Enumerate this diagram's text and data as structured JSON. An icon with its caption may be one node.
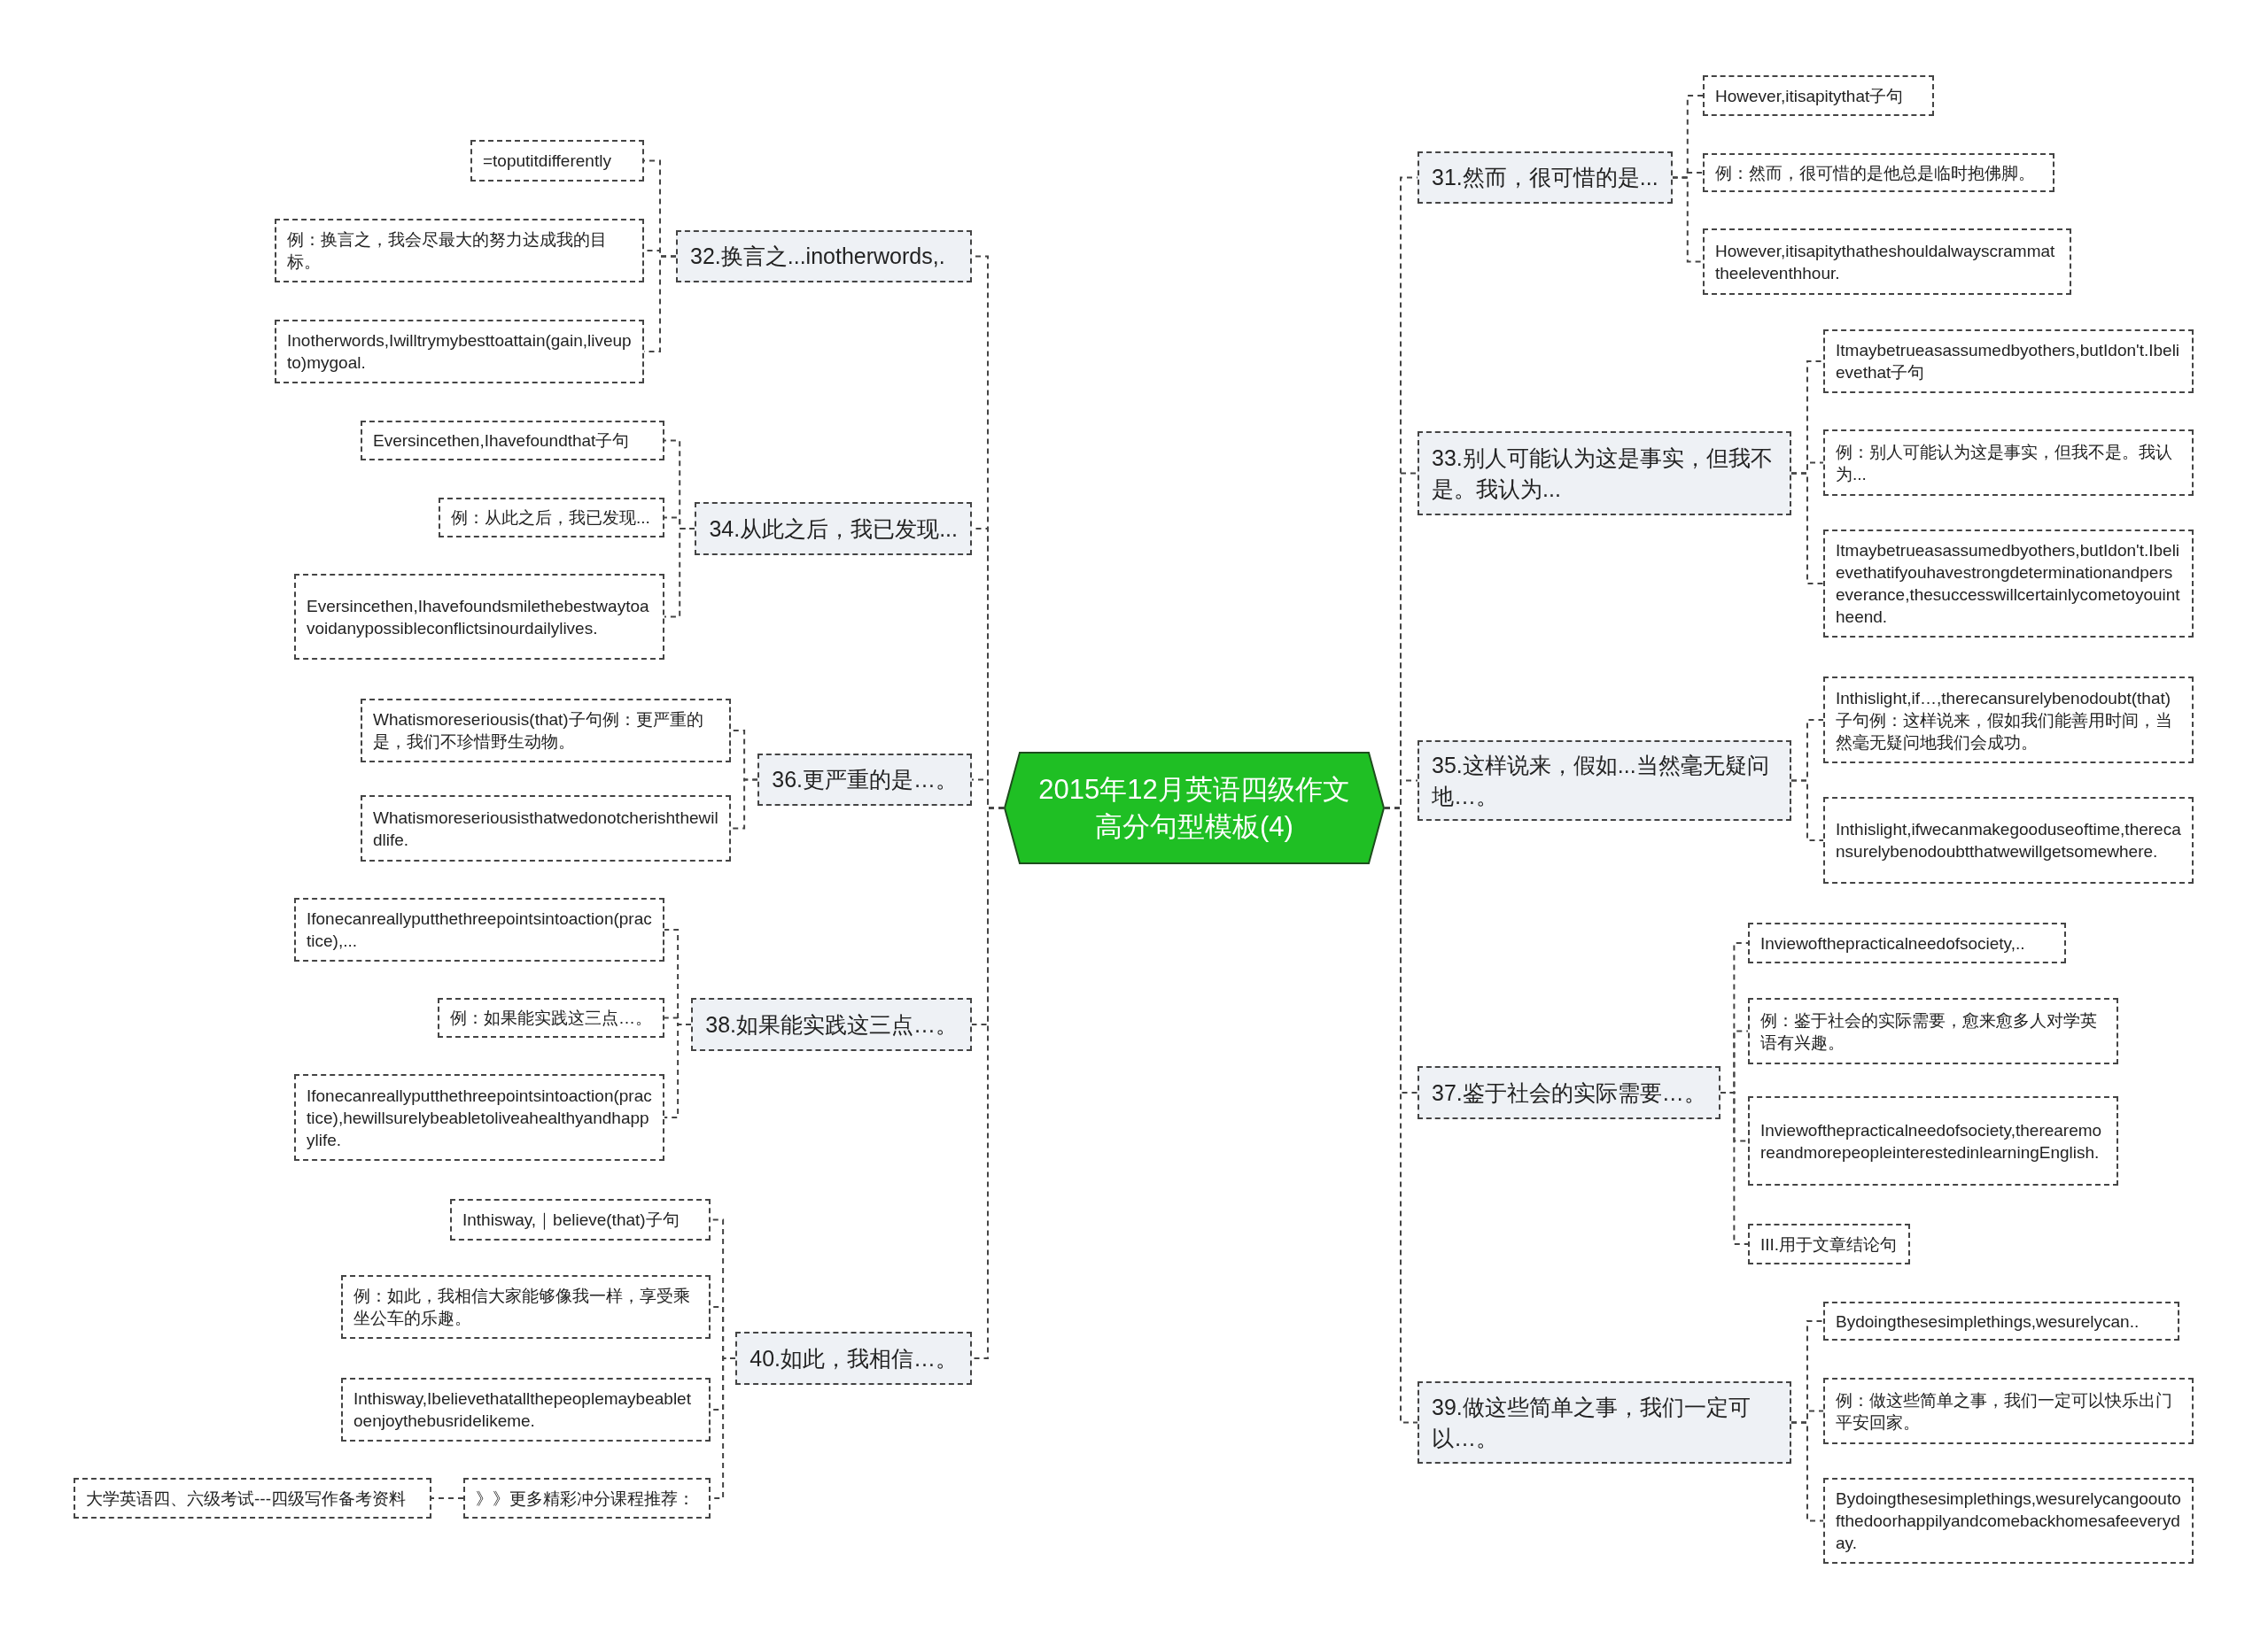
{
  "diagram": {
    "nodes": [
      {
        "text": [
          "2015年12月英语四级作文高分句型模板(4)"
        ]
      },
      {
        "text": [
          "32.换言之...inotherwords,."
        ]
      },
      {
        "text": [
          "=toputitdifferently"
        ]
      },
      {
        "text": [
          "例：换言之，我会尽最大的努力达成我的目标。"
        ]
      },
      {
        "text": [
          "Inotherwords,Iwilltrymybesttoattain(gain,liveupto)mygoal."
        ]
      },
      {
        "text": [
          "34.从此之后，我已发现..."
        ]
      },
      {
        "text": [
          "Eversincethen,Ihavefoundthat子句"
        ]
      },
      {
        "text": [
          "例：从此之后，我已发现..."
        ]
      },
      {
        "text": [
          "Eversincethen,Ihavefoundsmilethebestwaytoavoidanypossibleconflictsinourdailylives."
        ]
      },
      {
        "text": [
          "36.更严重的是…。"
        ]
      },
      {
        "text": [
          "Whatismoreseriousis(that)子句例：更严重的是，我们不珍惜野生动物。"
        ]
      },
      {
        "text": [
          "Whatismoreseriousisthatwedonotcherishthewildlife."
        ]
      },
      {
        "text": [
          "38.如果能实践这三点…。"
        ]
      },
      {
        "text": [
          "Ifonecanreallyputthethreepointsintoaction(practice),..."
        ]
      },
      {
        "text": [
          "例：如果能实践这三点…。"
        ]
      },
      {
        "text": [
          "Ifonecanreallyputthethreepointsintoaction(practice),hewillsurelybeabletoliveahealthyandhappylife."
        ]
      },
      {
        "text": [
          "40.如此，我相信…。"
        ]
      },
      {
        "text": [
          "Inthisway,｜believe(that)子句"
        ]
      },
      {
        "text": [
          "例：如此，我相信大家能够像我一样，享受乘坐公车的乐趣。"
        ]
      },
      {
        "text": [
          "Inthisway,Ibelievethatallthepeoplemaybeabletoenjoythebusridelikeme."
        ]
      },
      {
        "text": [
          "》》更多精彩冲分课程推荐："
        ]
      },
      {
        "text": [
          "大学英语四、六级考试---四级写作备考资料"
        ]
      },
      {
        "text": [
          "31.然而，很可惜的是..."
        ]
      },
      {
        "text": [
          "However,itisapitythat子句"
        ]
      },
      {
        "text": [
          "例：然而，很可惜的是他总是临时抱佛脚。"
        ]
      },
      {
        "text": [
          "However,itisapitythatheshouldalwayscrammattheeleventhhour."
        ]
      },
      {
        "text": [
          "33.别人可能认为这是事实，但我不是。我认为..."
        ]
      },
      {
        "text": [
          "Itmaybetrueasassumedbyothers,butIdon't.Ibelievethat子句"
        ]
      },
      {
        "text": [
          "例：别人可能认为这是事实，但我不是。我认为..."
        ]
      },
      {
        "text": [
          "Itmaybetrueasassumedbyothers,butIdon't.Ibelievethatifyouhavestrongdeterminationandperseverance,thesuccesswillcertainlycometoyouintheend."
        ]
      },
      {
        "text": [
          "35.这样说来，假如...当然毫无疑问地…。"
        ]
      },
      {
        "text": [
          "Inthislight,if…,therecansurelybenodoubt(that)子句例：这样说来，假如我们能善用时间，当然毫无疑问地我们会成功。"
        ]
      },
      {
        "text": [
          "Inthislight,ifwecanmakegooduseoftime,therecansurelybenodoubtthatwewillgetsomewhere."
        ]
      },
      {
        "text": [
          "37.鉴于社会的实际需要…。"
        ]
      },
      {
        "text": [
          "Inviewofthepracticalneedofsociety,.."
        ]
      },
      {
        "text": [
          "例：鉴于社会的实际需要，愈来愈多人对学英语有兴趣。"
        ]
      },
      {
        "text": [
          "Inviewofthepracticalneedofsociety,therearemoreandmorepeopleinterestedinlearningEnglish."
        ]
      },
      {
        "text": [
          "III.用于文章结论句"
        ]
      },
      {
        "text": [
          "39.做这些简单之事，我们一定可以…。"
        ]
      },
      {
        "text": [
          "Bydoingthesesimplethings,wesurelycan.."
        ]
      },
      {
        "text": [
          "例：做这些简单之事，我们一定可以快乐出门平安回家。"
        ]
      },
      {
        "text": [
          "Bydoingthesesimplethings,wesurelycangooutofthedoorhappilyandcomebackhomesafeeveryday."
        ]
      }
    ],
    "edges": [
      {
        "from": 0,
        "to": 1,
        "arrow": "none"
      },
      {
        "from": 1,
        "to": 2,
        "arrow": "none"
      },
      {
        "from": 1,
        "to": 3,
        "arrow": "none"
      },
      {
        "from": 1,
        "to": 4,
        "arrow": "none"
      },
      {
        "from": 0,
        "to": 5,
        "arrow": "none"
      },
      {
        "from": 5,
        "to": 6,
        "arrow": "none"
      },
      {
        "from": 5,
        "to": 7,
        "arrow": "none"
      },
      {
        "from": 5,
        "to": 8,
        "arrow": "none"
      },
      {
        "from": 0,
        "to": 9,
        "arrow": "none"
      },
      {
        "from": 9,
        "to": 10,
        "arrow": "none"
      },
      {
        "from": 9,
        "to": 11,
        "arrow": "none"
      },
      {
        "from": 0,
        "to": 12,
        "arrow": "none"
      },
      {
        "from": 12,
        "to": 13,
        "arrow": "none"
      },
      {
        "from": 12,
        "to": 14,
        "arrow": "none"
      },
      {
        "from": 12,
        "to": 15,
        "arrow": "none"
      },
      {
        "from": 0,
        "to": 16,
        "arrow": "none"
      },
      {
        "from": 16,
        "to": 17,
        "arrow": "none"
      },
      {
        "from": 16,
        "to": 18,
        "arrow": "none"
      },
      {
        "from": 16,
        "to": 19,
        "arrow": "none"
      },
      {
        "from": 16,
        "to": 20,
        "arrow": "none"
      },
      {
        "from": 20,
        "to": 21,
        "arrow": "none"
      },
      {
        "from": 0,
        "to": 22,
        "arrow": "none"
      },
      {
        "from": 22,
        "to": 23,
        "arrow": "none"
      },
      {
        "from": 22,
        "to": 24,
        "arrow": "none"
      },
      {
        "from": 22,
        "to": 25,
        "arrow": "none"
      },
      {
        "from": 0,
        "to": 26,
        "arrow": "none"
      },
      {
        "from": 26,
        "to": 27,
        "arrow": "none"
      },
      {
        "from": 26,
        "to": 28,
        "arrow": "none"
      },
      {
        "from": 26,
        "to": 29,
        "arrow": "none"
      },
      {
        "from": 0,
        "to": 30,
        "arrow": "none"
      },
      {
        "from": 30,
        "to": 31,
        "arrow": "none"
      },
      {
        "from": 30,
        "to": 32,
        "arrow": "none"
      },
      {
        "from": 0,
        "to": 33,
        "arrow": "none"
      },
      {
        "from": 33,
        "to": 34,
        "arrow": "none"
      },
      {
        "from": 33,
        "to": 35,
        "arrow": "none"
      },
      {
        "from": 33,
        "to": 36,
        "arrow": "none"
      },
      {
        "from": 33,
        "to": 37,
        "arrow": "none"
      },
      {
        "from": 0,
        "to": 38,
        "arrow": "none"
      },
      {
        "from": 38,
        "to": 39,
        "arrow": "none"
      },
      {
        "from": 38,
        "to": 40,
        "arrow": "none"
      },
      {
        "from": 38,
        "to": 41,
        "arrow": "none"
      }
    ]
  }
}
